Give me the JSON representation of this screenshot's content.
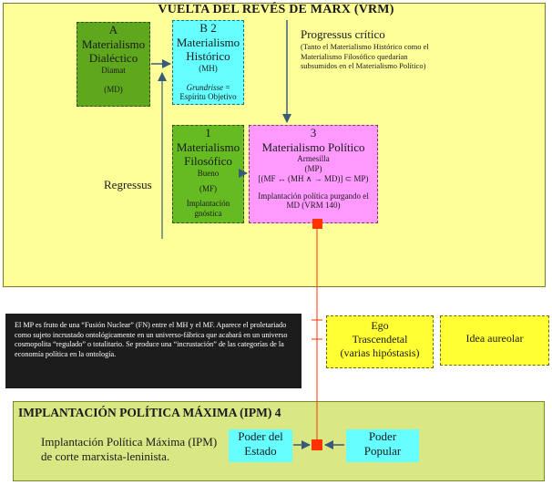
{
  "top": {
    "title": "VUELTA DEL REVÉS DE MARX (VRM)"
  },
  "box_a": {
    "letter": "A",
    "title_1": "Materialismo",
    "title_2": "Dialéctico",
    "author": "Diamat",
    "abbr": "(MD)"
  },
  "box_b": {
    "letter": "B 2",
    "title_1": "Materialismo",
    "title_2": "Histórico",
    "abbr": "(MH)",
    "note_italic": "Grundrisse",
    "note_rest": " =",
    "note_2": "Espíritu Objetivo"
  },
  "box_1": {
    "number": "1",
    "title_1": "Materialismo",
    "title_2": "Filosófico",
    "author": "Bueno",
    "abbr": "(MF)",
    "note_1": "Implantación",
    "note_2": "gnóstica"
  },
  "box_3": {
    "number": "3",
    "title": "Materialismo Político",
    "author": "Armesilla",
    "abbr": "(MP)",
    "formula": "[(MF ↔ (MH ∧ → MD)] ⊂ MP)",
    "note_1": "Implantación política purgando el",
    "note_2": "MD (VRM 140)"
  },
  "progressus": {
    "title": "Progressus crítico",
    "note": "(Tanto el Materialismo Histórico como el Materialismo Filosófico quedarían subsumidos en el Materialismo Político)"
  },
  "regressus": "Regressus",
  "black_note": "El MP es fruto de una “Fusión Nuclear” (FN) entre el MH y el MF. Aparece el proletariado como sujeto incrustado ontológicamente en un universo-fábrica que acabará en un universo cosmopolita “regulado” o totalitario. Se produce una “incrustación” de las categorías de la economía política en la ontología.",
  "ego": {
    "line_1": "Ego",
    "line_2": "Trascendetal",
    "line_3": "(varias hipóstasis)"
  },
  "idea": "Idea aureolar",
  "bottom": {
    "title": "IMPLANTACIÓN POLÍTICA MÁXIMA (IPM) 4",
    "text": "Implantación Política Máxima (IPM) de corte marxista-leninista.",
    "estado_1": "Poder del",
    "estado_2": "Estado",
    "popular_1": "Poder",
    "popular_2": "Popular"
  },
  "colors": {
    "frame_top": "#ffff99",
    "box_a": "#5fa81e",
    "box_b": "#66ffff",
    "box_1": "#66bb22",
    "box_3": "#ff99ff",
    "black_note": "#1c1c1c",
    "ego_idea": "#ffff33",
    "frame_bottom": "#d9e884",
    "poder": "#66ffff",
    "connector": "#ff3300",
    "arrow": "#3a5a7a"
  }
}
